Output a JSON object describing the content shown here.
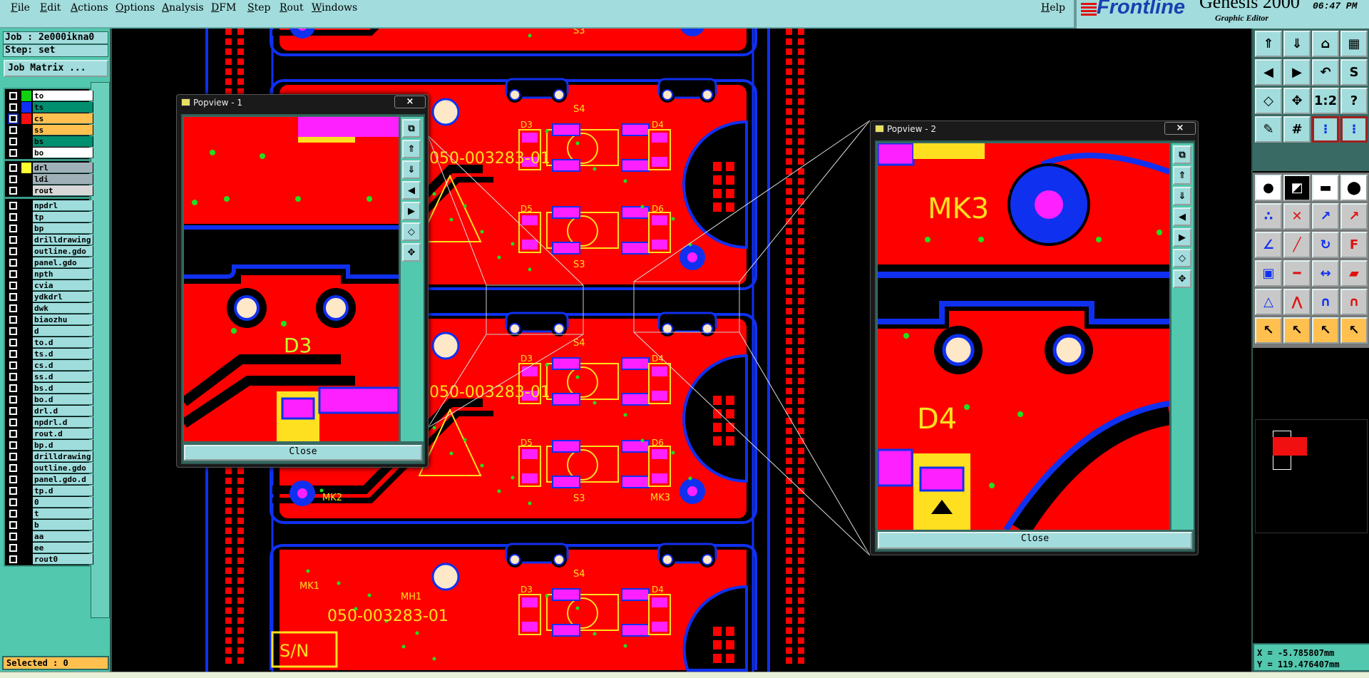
{
  "menu": [
    "File",
    "Edit",
    "Actions",
    "Options",
    "Analysis",
    "DFM",
    "Step",
    "Rout",
    "Windows"
  ],
  "help": "Help",
  "logo": {
    "brand": "Frontline",
    "product": "Genesis 2000",
    "subtitle": "Graphic Editor",
    "time": "06:47 PM"
  },
  "job": {
    "job_label": "Job : 2e000ikna0",
    "step_label": "Step: set",
    "matrix_button": "Job Matrix ..."
  },
  "layers": [
    [
      {
        "name": "to",
        "swatch": "#10d010",
        "bg": "#ffffff"
      },
      {
        "name": "ts",
        "swatch": "#1030f0",
        "bg": "#009070"
      },
      {
        "name": "cs",
        "swatch": "#f01010",
        "bg": "#ffc050",
        "active": true
      },
      {
        "name": "ss",
        "swatch": "",
        "bg": "#ffc050"
      },
      {
        "name": "bs",
        "swatch": "",
        "bg": "#009070"
      },
      {
        "name": "bo",
        "swatch": "",
        "bg": "#ffffff"
      }
    ],
    [
      {
        "name": "drl",
        "swatch": "#ffff30",
        "bg": "#a0b0b8"
      },
      {
        "name": "ldi",
        "swatch": "",
        "bg": "#a0b0b8"
      },
      {
        "name": "rout",
        "swatch": "",
        "bg": "#d8d8d8"
      }
    ],
    [
      {
        "name": "npdrl"
      },
      {
        "name": "tp"
      },
      {
        "name": "bp"
      },
      {
        "name": "drilldrawing"
      },
      {
        "name": "outline.gdo"
      },
      {
        "name": "panel.gdo"
      },
      {
        "name": "npth"
      },
      {
        "name": "cvia"
      },
      {
        "name": "ydkdrl"
      },
      {
        "name": "dwk"
      },
      {
        "name": "biaozhu"
      },
      {
        "name": "d"
      },
      {
        "name": "to.d"
      },
      {
        "name": "ts.d"
      },
      {
        "name": "cs.d"
      },
      {
        "name": "ss.d"
      },
      {
        "name": "bs.d"
      },
      {
        "name": "bo.d"
      },
      {
        "name": "drl.d"
      },
      {
        "name": "npdrl.d"
      },
      {
        "name": "rout.d"
      },
      {
        "name": "bp.d"
      },
      {
        "name": "drilldrawing"
      },
      {
        "name": "outline.gdo"
      },
      {
        "name": "panel.gdo.d"
      },
      {
        "name": "tp.d"
      },
      {
        "name": "0"
      },
      {
        "name": "t"
      },
      {
        "name": "b"
      },
      {
        "name": "aa"
      },
      {
        "name": "ee"
      },
      {
        "name": "rout0"
      }
    ]
  ],
  "selected": "Selected : 0",
  "toolbar": {
    "group1": [
      {
        "icon": "open-job-icon",
        "glyph": "⇑"
      },
      {
        "icon": "save-icon",
        "glyph": "⇓"
      },
      {
        "icon": "home-icon",
        "glyph": "⌂"
      },
      {
        "icon": "window-grid-icon",
        "glyph": "▦"
      },
      {
        "icon": "pan-left-icon",
        "glyph": "◀"
      },
      {
        "icon": "pan-right-icon",
        "glyph": "▶"
      },
      {
        "icon": "undo-view-icon",
        "glyph": "↶"
      },
      {
        "icon": "snap-icon",
        "glyph": "S"
      },
      {
        "icon": "zoom-fit-icon",
        "glyph": "◇"
      },
      {
        "icon": "zoom-home-icon",
        "glyph": "✥"
      },
      {
        "icon": "zoom-ratio-icon",
        "glyph": "1:2"
      },
      {
        "icon": "help-icon",
        "glyph": "?"
      },
      {
        "icon": "tools-icon",
        "glyph": "✎"
      },
      {
        "icon": "grid-icon",
        "glyph": "#"
      },
      {
        "icon": "netlist-icon",
        "glyph": "⁝"
      },
      {
        "icon": "netlist-compare-icon",
        "glyph": "⁝"
      }
    ],
    "group2": [
      {
        "icon": "pad-snap-icon",
        "glyph": "●"
      },
      {
        "icon": "measure-box-icon",
        "glyph": "◩"
      },
      {
        "icon": "ruler-icon",
        "glyph": "▬"
      },
      {
        "icon": "pad-select-icon",
        "glyph": "⬤"
      },
      {
        "icon": "connect-icon",
        "glyph": "∴"
      },
      {
        "icon": "cross-icon",
        "glyph": "✕"
      },
      {
        "icon": "move-point-icon",
        "glyph": "↗"
      },
      {
        "icon": "move-pad-icon",
        "glyph": "↗"
      },
      {
        "icon": "angle-icon",
        "glyph": "∠"
      },
      {
        "icon": "line-icon",
        "glyph": "╱"
      },
      {
        "icon": "rotate-icon",
        "glyph": "↻"
      },
      {
        "icon": "mirror-icon",
        "glyph": "F"
      },
      {
        "icon": "copy-shape-icon",
        "glyph": "▣"
      },
      {
        "icon": "split-line-icon",
        "glyph": "━"
      },
      {
        "icon": "spacing-icon",
        "glyph": "↔"
      },
      {
        "icon": "shapes-icon",
        "glyph": "▰"
      },
      {
        "icon": "triangle-icon",
        "glyph": "△"
      },
      {
        "icon": "double-triangle-icon",
        "glyph": "⋀"
      },
      {
        "icon": "arch-icon",
        "glyph": "∩"
      },
      {
        "icon": "arch-cross-icon",
        "glyph": "∩"
      },
      {
        "icon": "select-icon",
        "glyph": "↖"
      },
      {
        "icon": "select-box-icon",
        "glyph": "↖"
      },
      {
        "icon": "select-poly-icon",
        "glyph": "↖"
      },
      {
        "icon": "select-net-icon",
        "glyph": "↖"
      }
    ]
  },
  "coords": {
    "x": "X = -5.785807mm",
    "y": "Y = 119.476407mm"
  },
  "popview1": {
    "title": "Popview - 1",
    "close": "×",
    "close_button": "Close",
    "label": "D3"
  },
  "popview2": {
    "title": "Popview - 2",
    "close": "×",
    "close_button": "Close",
    "label_mk": "MK3",
    "label_d": "D4"
  },
  "popview_buttons": [
    "copy-view-icon",
    "open-icon",
    "save-icon",
    "pan-left-icon",
    "pan-right-icon",
    "zoom-fit-icon",
    "zoom-home-icon"
  ],
  "pcb": {
    "labels": {
      "s4": "S4",
      "s3": "S3",
      "d3": "D3",
      "d4": "D4",
      "d5": "D5",
      "d6": "D6",
      "mk1": "MK1",
      "mk2": "MK2",
      "mk3": "MK3",
      "mh1": "MH1",
      "part": "050-003283-01",
      "sn": "S/N"
    },
    "colors": {
      "copper": "#ff0000",
      "outline": "#1030f0",
      "pad": "#ff20ff",
      "silk": "#ffe020",
      "via": "#20e020",
      "hole": "#ffe8c8"
    }
  }
}
